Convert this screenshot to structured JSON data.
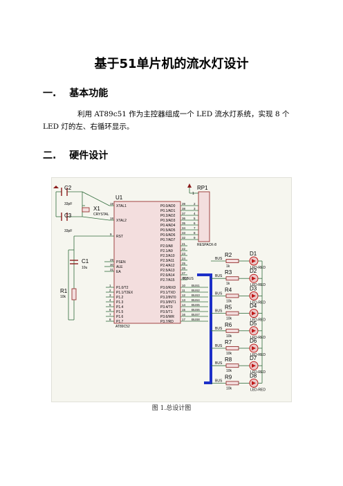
{
  "doc": {
    "title": "基于51单片机的流水灯设计",
    "section1": {
      "number": "一.",
      "heading": "基本功能"
    },
    "section1_body": "利用 AT89c51 作为主控器组成一个 LED 流水灯系统，实现 8 个 LED 灯的左、右循环显示。",
    "section2": {
      "number": "二.",
      "heading": "硬件设计"
    },
    "caption": "图 1.总设计图"
  },
  "schematic": {
    "components": {
      "c2": {
        "ref": "C2",
        "value": "33pF"
      },
      "c3": {
        "ref": "C3",
        "value": "33pF"
      },
      "x1": {
        "ref": "X1",
        "value": "CRYSTAL"
      },
      "c1": {
        "ref": "C1",
        "value": "10u"
      },
      "r1": {
        "ref": "R1",
        "value": "10k"
      },
      "u1": {
        "ref": "U1",
        "part": "AT89C52"
      },
      "rp1": {
        "ref": "RP1",
        "part": "RESPACK-8"
      }
    },
    "mcu_left_pins": [
      {
        "num": "19",
        "name": "XTAL1"
      },
      {
        "num": "18",
        "name": "XTAL2"
      },
      {
        "num": "9",
        "name": "RST"
      },
      {
        "num": "29",
        "name": "PSEN"
      },
      {
        "num": "30",
        "name": "ALE"
      },
      {
        "num": "31",
        "name": "EA"
      }
    ],
    "mcu_p1_pins": [
      {
        "num": "1",
        "name": "P1.0/T2"
      },
      {
        "num": "2",
        "name": "P1.1/T2EX"
      },
      {
        "num": "3",
        "name": "P1.2"
      },
      {
        "num": "4",
        "name": "P1.3"
      },
      {
        "num": "5",
        "name": "P1.4"
      },
      {
        "num": "6",
        "name": "P1.5"
      },
      {
        "num": "7",
        "name": "P1.6"
      },
      {
        "num": "8",
        "name": "P1.7"
      }
    ],
    "mcu_p0_pins": [
      {
        "num": "39",
        "name": "P0.0/AD0",
        "rp": "2"
      },
      {
        "num": "38",
        "name": "P0.1/AD1",
        "rp": "3"
      },
      {
        "num": "37",
        "name": "P0.2/AD2",
        "rp": "4"
      },
      {
        "num": "36",
        "name": "P0.3/AD3",
        "rp": "5"
      },
      {
        "num": "35",
        "name": "P0.4/AD4",
        "rp": "6"
      },
      {
        "num": "34",
        "name": "P0.5/AD5",
        "rp": "7"
      },
      {
        "num": "33",
        "name": "P0.6/AD6",
        "rp": "8"
      },
      {
        "num": "32",
        "name": "P0.7/AD7",
        "rp": "9"
      }
    ],
    "mcu_p2_pins": [
      {
        "num": "21",
        "name": "P2.0/A8"
      },
      {
        "num": "22",
        "name": "P2.1/A9"
      },
      {
        "num": "23",
        "name": "P2.2/A10"
      },
      {
        "num": "24",
        "name": "P2.3/A11"
      },
      {
        "num": "25",
        "name": "P2.4/A12"
      },
      {
        "num": "26",
        "name": "P2.5/A13"
      },
      {
        "num": "27",
        "name": "P2.6/A14"
      },
      {
        "num": "28",
        "name": "P2.7/A15"
      }
    ],
    "mcu_p3_pins": [
      {
        "num": "10",
        "name": "P3.0/RXD",
        "bus": "BUS1"
      },
      {
        "num": "11",
        "name": "P3.1/TXD",
        "bus": "BUS2"
      },
      {
        "num": "12",
        "name": "P3.2/INT0",
        "bus": "BUS3"
      },
      {
        "num": "13",
        "name": "P3.3/INT1",
        "bus": "BUS4"
      },
      {
        "num": "14",
        "name": "P3.4/T0",
        "bus": "BUS5"
      },
      {
        "num": "15",
        "name": "P3.5/T1",
        "bus": "BUS6"
      },
      {
        "num": "16",
        "name": "P3.6/WR",
        "bus": "BUS7"
      },
      {
        "num": "17",
        "name": "P3.7/RD",
        "bus": "BUS8"
      }
    ],
    "rp_first_pin": "1",
    "bus_label": "BUS",
    "bus_group_label": "10BUS",
    "led_rows": [
      {
        "r": "R2",
        "rv": "1k",
        "d": "D1",
        "led": "LED-RED"
      },
      {
        "r": "R3",
        "rv": "1k",
        "d": "D2",
        "led": "LED-RED"
      },
      {
        "r": "R4",
        "rv": "10k",
        "d": "D3",
        "led": "LED-RED"
      },
      {
        "r": "R5",
        "rv": "10k",
        "d": "D4",
        "led": "LED-RED"
      },
      {
        "r": "R6",
        "rv": "10k",
        "d": "D5",
        "led": "LED-RED"
      },
      {
        "r": "R7",
        "rv": "10k",
        "d": "D6",
        "led": "LED-RED"
      },
      {
        "r": "R8",
        "rv": "10k",
        "d": "D7",
        "led": "LED-RED"
      },
      {
        "r": "R9",
        "rv": "10k",
        "d": "D8",
        "led": "LED-RED"
      }
    ],
    "colors": {
      "wire": "#2f6b3a",
      "part": "#8b1a1a",
      "chip_fill": "#f3dede",
      "bus": "#1c2fc8",
      "led": "#c21a1a"
    }
  }
}
